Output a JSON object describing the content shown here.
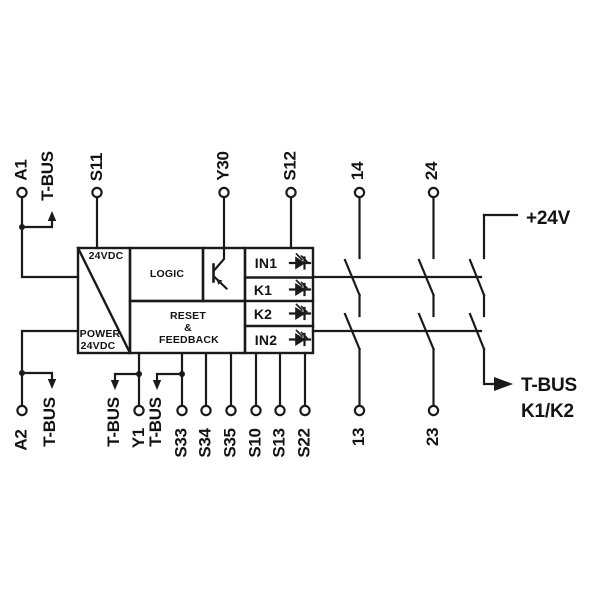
{
  "diagram_type": "safety-relay-wiring-diagram",
  "colors": {
    "line": "#1a1a1a",
    "background": "#ffffff",
    "text": "#131313"
  },
  "labels": {
    "tbus": "T-BUS",
    "top": {
      "a1": "A1",
      "s11": "S11",
      "y30": "Y30",
      "s12": "S12",
      "t14": "14",
      "t24": "24"
    },
    "bottom": {
      "a2": "A2",
      "y1": "Y1",
      "s33": "S33",
      "s34": "S34",
      "s35": "S35",
      "s10": "S10",
      "s13": "S13",
      "s22": "S22",
      "t13": "13",
      "t23": "23"
    },
    "right": {
      "supply": "+24V",
      "tbus_out": "T-BUS",
      "relays": "K1/K2"
    }
  },
  "block": {
    "power_rating": "24VDC",
    "power_name": "POWER",
    "power_voltage": "24VDC",
    "logic": "LOGIC",
    "reset_line1": "RESET",
    "reset_line2": "&",
    "reset_line3": "FEEDBACK",
    "row_in1": "IN1",
    "row_k1": "K1",
    "row_k2": "K2",
    "row_in2": "IN2"
  }
}
